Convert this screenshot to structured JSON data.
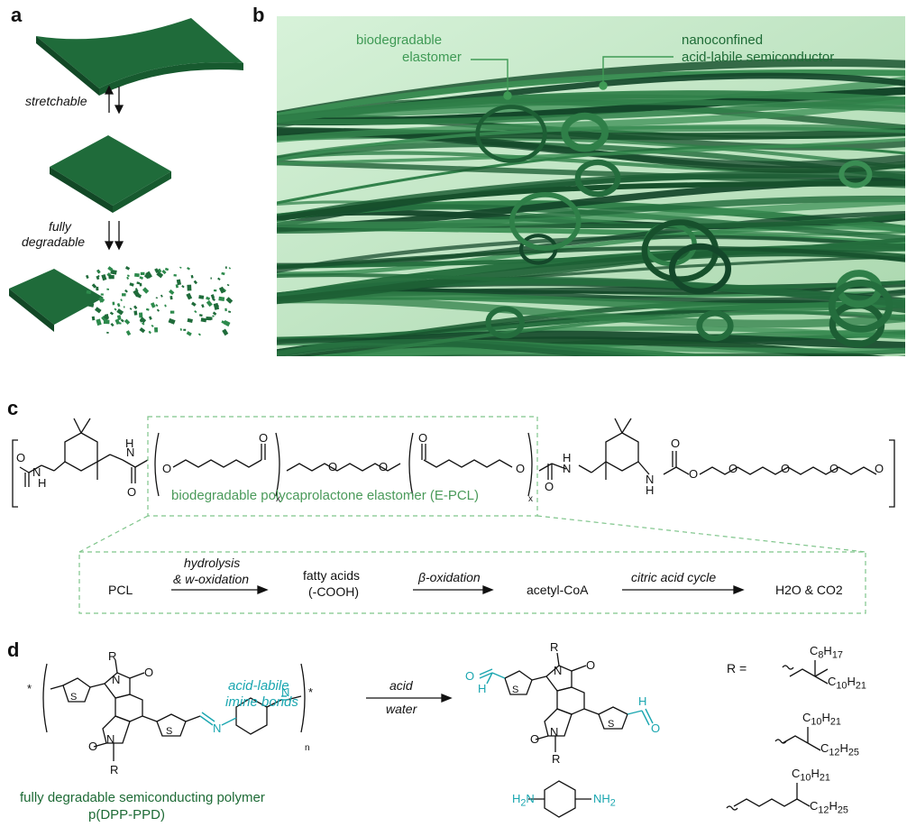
{
  "panel_a": {
    "letter": "a",
    "label_stretchable": "stretchable",
    "label_fully": "fully",
    "label_degradable": "degradable"
  },
  "panel_b": {
    "letter": "b",
    "label_elastomer_1": "biodegradable",
    "label_elastomer_2": "elastomer",
    "label_semi_1": "nanoconfined",
    "label_semi_2": "acid-labile semiconductor"
  },
  "panel_c": {
    "letter": "c",
    "epcl_label": "biodegradable polycaprolactone elastomer (E-PCL)",
    "pathway": {
      "start": "PCL",
      "step1_a": "hydrolysis",
      "step1_b": "& w-oxidation",
      "inter1_a": "fatty acids",
      "inter1_b": "(-COOH)",
      "step2": "β-oxidation",
      "inter2": "acetyl-CoA",
      "step3": "citric acid cycle",
      "end": "H2O & CO2"
    }
  },
  "panel_d": {
    "letter": "d",
    "imine_1": "acid-labile",
    "imine_2": "imine bonds",
    "arrow_top": "acid",
    "arrow_bottom": "water",
    "polymer_1": "fully degradable semiconducting polymer",
    "polymer_2": "p(DPP-PPD)",
    "r_equals": "R =",
    "sub_n": "n",
    "r_groups": [
      {
        "a": "C8H17",
        "b": "C10H21"
      },
      {
        "a": "C10H21",
        "b": "C12H25"
      },
      {
        "a": "C10H21",
        "b": "C12H25"
      }
    ]
  },
  "colors": {
    "film_green": "#1f6b3a",
    "fiber_green": "#1d5e34",
    "bg_mint": "#d4f0d6",
    "label_green": "#4a9a5a",
    "teal": "#1aa6b0"
  }
}
